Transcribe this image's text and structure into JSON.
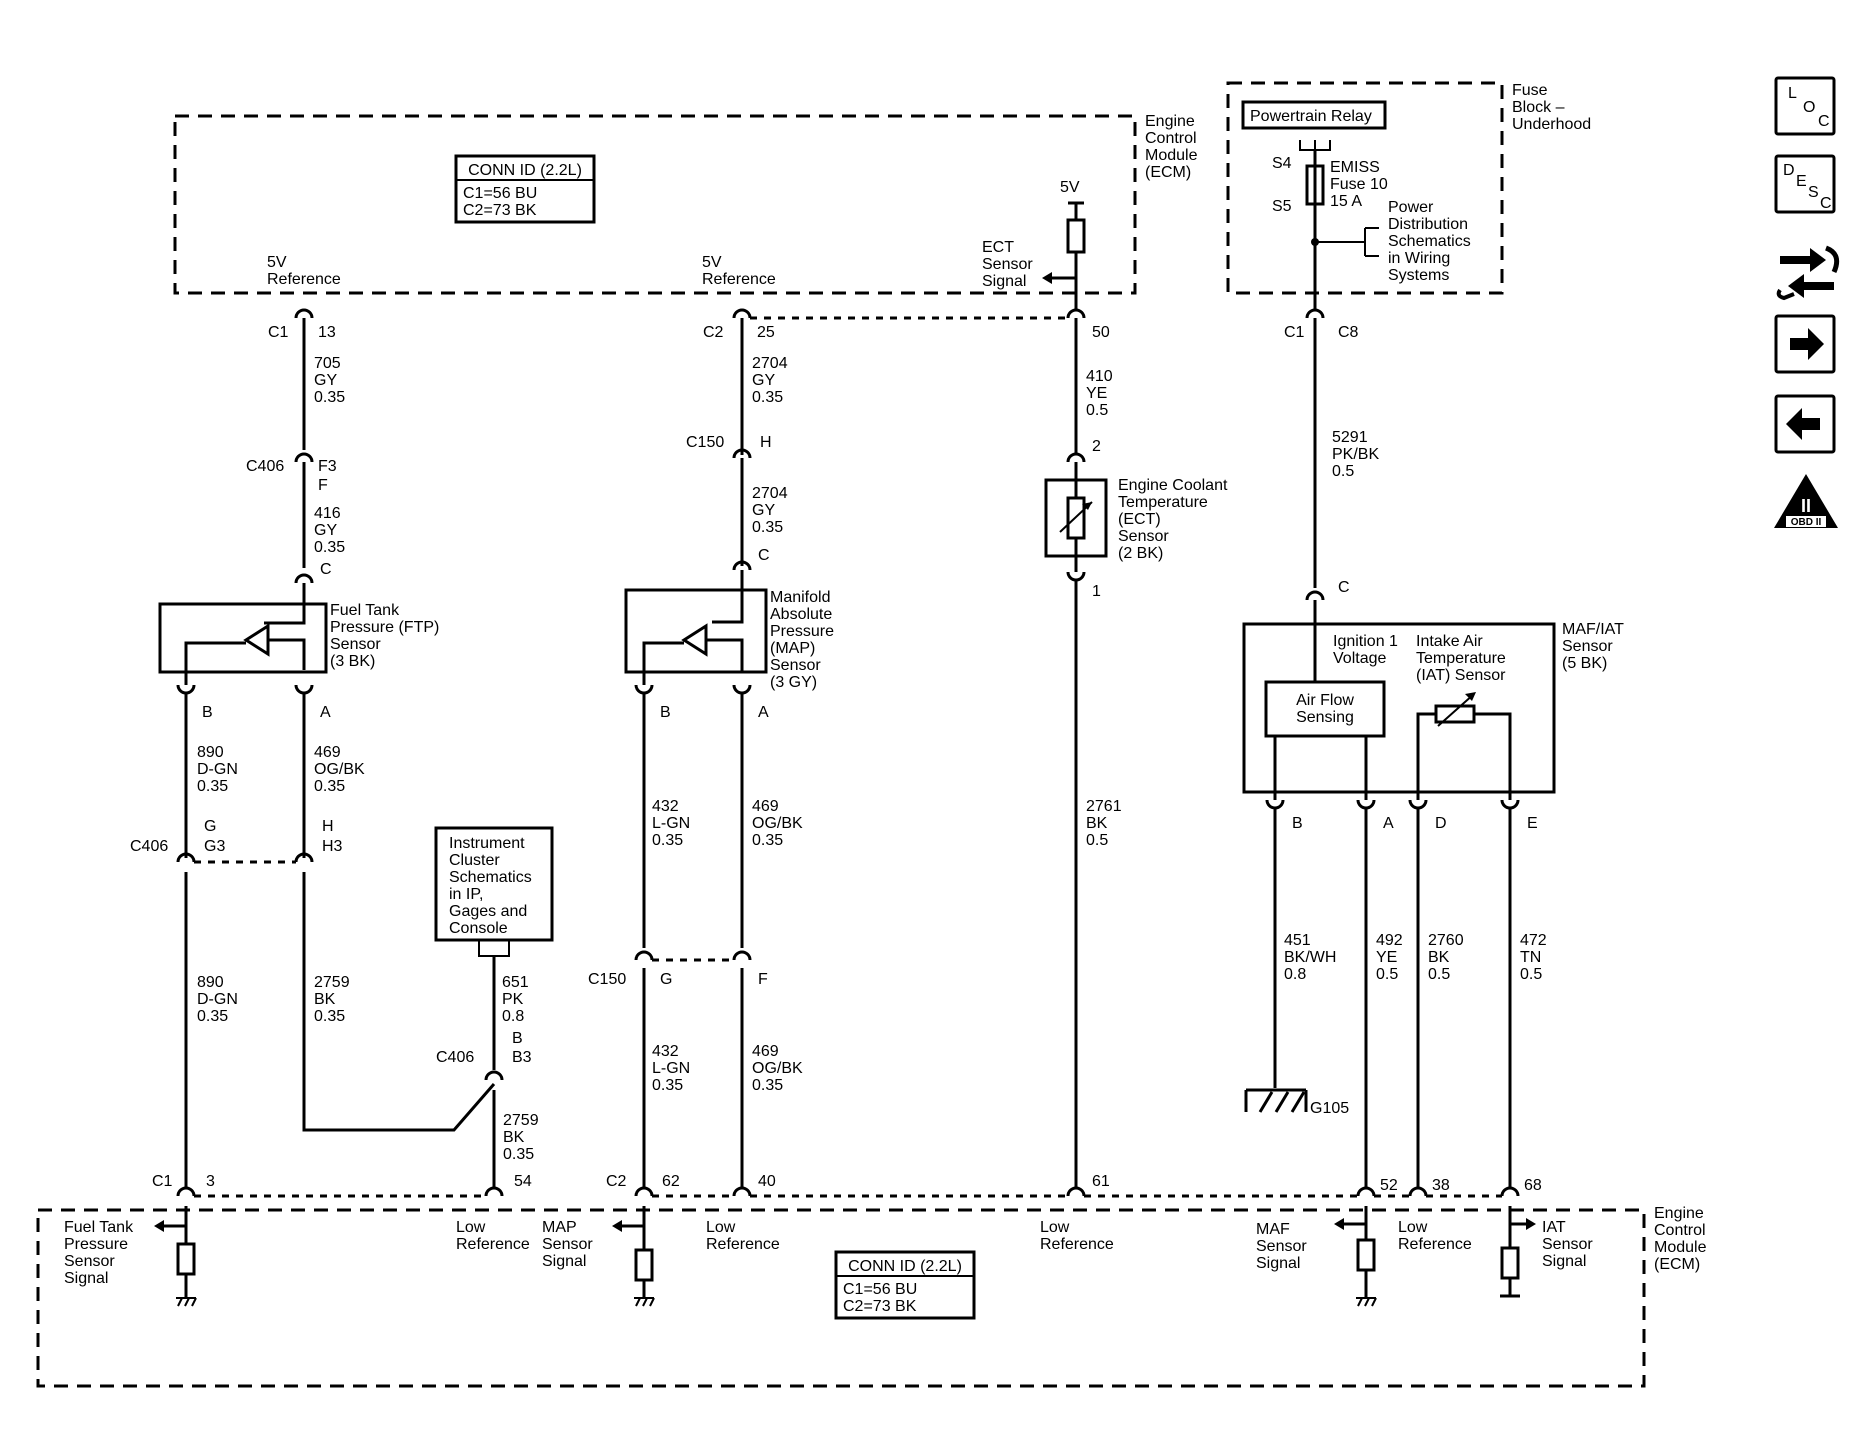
{
  "modules": {
    "ecm_top": [
      "Engine",
      "Control",
      "Module",
      "(ECM)"
    ],
    "ecm_bottom": [
      "Engine",
      "Control",
      "Module",
      "(ECM)"
    ],
    "fuse_block": [
      "Fuse",
      "Block –",
      "Underhood"
    ]
  },
  "conn_id": {
    "title": "CONN ID (2.2L)",
    "line1": "C1=56 BU",
    "line2": "C2=73 BK"
  },
  "ecm_top_labels": {
    "ref1": [
      "5V",
      "Reference"
    ],
    "ref2": [
      "5V",
      "Reference"
    ],
    "ect_signal": [
      "ECT",
      "Sensor",
      "Signal"
    ],
    "five_v": "5V"
  },
  "fuse": {
    "relay": "Powertrain Relay",
    "s4": "S4",
    "s5": "S5",
    "fuse_label": [
      "EMISS",
      "Fuse 10",
      "15 A"
    ],
    "power_dist": [
      "Power",
      "Distribution",
      "Schematics",
      "in Wiring",
      "Systems"
    ]
  },
  "connectors": {
    "c1_13": [
      "C1",
      "13"
    ],
    "c2_25": [
      "C2",
      "25"
    ],
    "pin50": "50",
    "c1_c8": [
      "C1",
      "C8"
    ],
    "c406_f": [
      "C406",
      "F3",
      "F"
    ],
    "c150_h": [
      "C150",
      "H"
    ],
    "c406_g": [
      "C406",
      "G",
      "G3",
      "H",
      "H3"
    ],
    "c150_g": [
      "C150",
      "G",
      "F"
    ],
    "c406_b": [
      "C406",
      "B",
      "B3"
    ],
    "ftp_c": "C",
    "map_c": "C",
    "ect_2": "2",
    "ect_1": "1",
    "maf_c": "C",
    "ftp_pins": [
      "B",
      "A"
    ],
    "map_pins": [
      "B",
      "A"
    ],
    "maf_pins": [
      "B",
      "A",
      "D",
      "E"
    ],
    "bot_c1": [
      "C1",
      "3"
    ],
    "bot_54": "54",
    "bot_c2": [
      "C2",
      "62"
    ],
    "bot_40": "40",
    "bot_61": "61",
    "bot_52": "52",
    "bot_38": "38",
    "bot_68": "68"
  },
  "wires": {
    "w705": [
      "705",
      "GY",
      "0.35"
    ],
    "w416": [
      "416",
      "GY",
      "0.35"
    ],
    "w2704a": [
      "2704",
      "GY",
      "0.35"
    ],
    "w2704b": [
      "2704",
      "GY",
      "0.35"
    ],
    "w410": [
      "410",
      "YE",
      "0.5"
    ],
    "w5291": [
      "5291",
      "PK/BK",
      "0.5"
    ],
    "w890a": [
      "890",
      "D-GN",
      "0.35"
    ],
    "w469a": [
      "469",
      "OG/BK",
      "0.35"
    ],
    "w432a": [
      "432",
      "L-GN",
      "0.35"
    ],
    "w469b": [
      "469",
      "OG/BK",
      "0.35"
    ],
    "w2761": [
      "2761",
      "BK",
      "0.5"
    ],
    "w890b": [
      "890",
      "D-GN",
      "0.35"
    ],
    "w2759a": [
      "2759",
      "BK",
      "0.35"
    ],
    "w651": [
      "651",
      "PK",
      "0.8"
    ],
    "w2759b": [
      "2759",
      "BK",
      "0.35"
    ],
    "w432b": [
      "432",
      "L-GN",
      "0.35"
    ],
    "w469c": [
      "469",
      "OG/BK",
      "0.35"
    ],
    "w451": [
      "451",
      "BK/WH",
      "0.8"
    ],
    "w492": [
      "492",
      "YE",
      "0.5"
    ],
    "w2760": [
      "2760",
      "BK",
      "0.5"
    ],
    "w472": [
      "472",
      "TN",
      "0.5"
    ]
  },
  "components": {
    "ftp": [
      "Fuel Tank",
      "Pressure (FTP)",
      "Sensor",
      "(3 BK)"
    ],
    "map": [
      "Manifold",
      "Absolute",
      "Pressure",
      "(MAP)",
      "Sensor",
      "(3 GY)"
    ],
    "ect": [
      "Engine Coolant",
      "Temperature",
      "(ECT)",
      "Sensor",
      "(2 BK)"
    ],
    "maf_iat": [
      "MAF/IAT",
      "Sensor",
      "(5 BK)"
    ],
    "ignition": [
      "Ignition 1",
      "Voltage"
    ],
    "iat": [
      "Intake Air",
      "Temperature",
      "(IAT) Sensor"
    ],
    "air_flow": [
      "Air Flow",
      "Sensing"
    ],
    "instrument": [
      "Instrument",
      "Cluster",
      "Schematics",
      "in IP,",
      "Gages and",
      "Console"
    ],
    "g105": "G105"
  },
  "ecm_bottom_labels": {
    "ftp_signal": [
      "Fuel Tank",
      "Pressure",
      "Sensor",
      "Signal"
    ],
    "low_ref1": [
      "Low",
      "Reference"
    ],
    "map_signal": [
      "MAP",
      "Sensor",
      "Signal"
    ],
    "low_ref2": [
      "Low",
      "Reference"
    ],
    "low_ref3": [
      "Low",
      "Reference"
    ],
    "maf_signal": [
      "MAF",
      "Sensor",
      "Signal"
    ],
    "low_ref4": [
      "Low",
      "Reference"
    ],
    "iat_signal": [
      "IAT",
      "Sensor",
      "Signal"
    ]
  },
  "nav": {
    "loc": [
      "L",
      "O",
      "C"
    ],
    "desc": [
      "D",
      "E",
      "S",
      "C"
    ],
    "obd": [
      "II",
      "OBD II"
    ]
  }
}
